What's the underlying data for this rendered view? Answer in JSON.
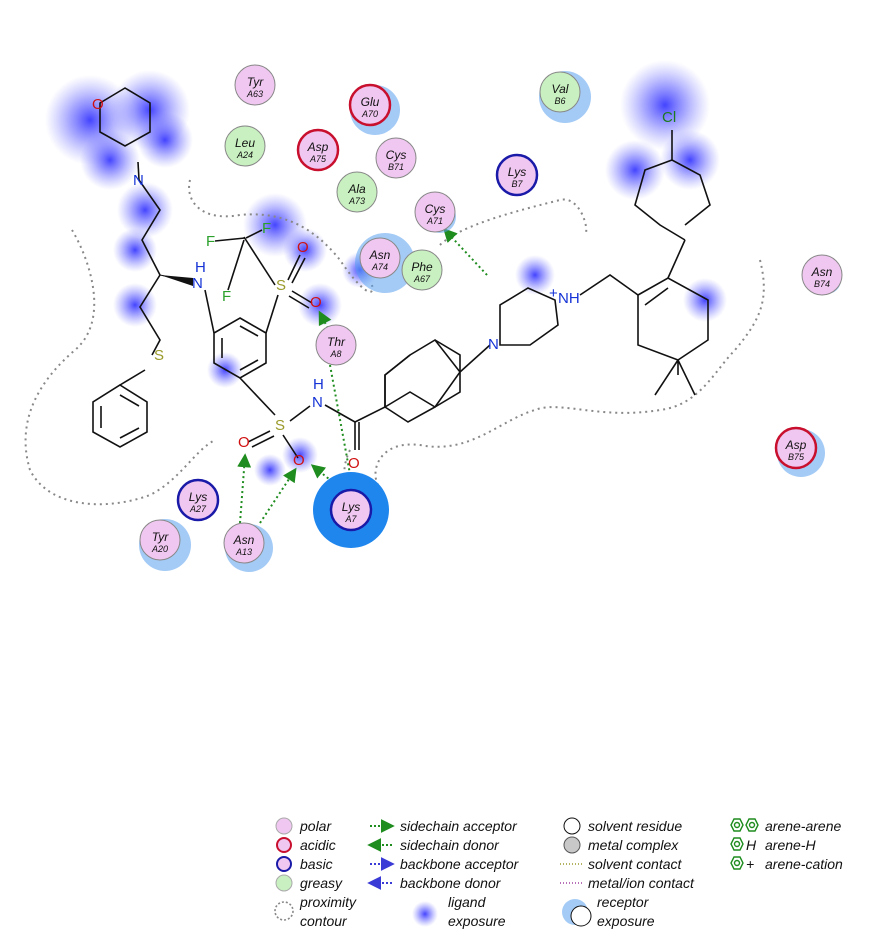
{
  "colors": {
    "polar": "#f0c7f0",
    "greasy": "#c8f0c0",
    "acidic_ring": "#c8102e",
    "basic_ring": "#1a1aa8",
    "ligand_exposure": "#3a3aff",
    "receptor_exposure": "#5aa0ee",
    "sidechain_arrow": "#1e8c1e",
    "nitrogen": "#1533d6",
    "oxygen": "#d01010",
    "sulfur": "#9a9a2a",
    "fluorine": "#2aa02a",
    "chlorine": "#1e7a1e"
  },
  "residues": [
    {
      "name": "Tyr",
      "id": "A63",
      "type": "polar"
    },
    {
      "name": "Glu",
      "id": "A70",
      "type": "acidic"
    },
    {
      "name": "Val",
      "id": "B6",
      "type": "greasy"
    },
    {
      "name": "Leu",
      "id": "A24",
      "type": "greasy"
    },
    {
      "name": "Asp",
      "id": "A75",
      "type": "acidic"
    },
    {
      "name": "Cys",
      "id": "B71",
      "type": "polar"
    },
    {
      "name": "Ala",
      "id": "A73",
      "type": "greasy"
    },
    {
      "name": "Lys",
      "id": "B7",
      "type": "basic"
    },
    {
      "name": "Cys",
      "id": "A71",
      "type": "polar"
    },
    {
      "name": "Asn",
      "id": "A74",
      "type": "polar"
    },
    {
      "name": "Phe",
      "id": "A67",
      "type": "greasy"
    },
    {
      "name": "Asn",
      "id": "B74",
      "type": "polar"
    },
    {
      "name": "Thr",
      "id": "A8",
      "type": "polar"
    },
    {
      "name": "Asp",
      "id": "B75",
      "type": "acidic"
    },
    {
      "name": "Lys",
      "id": "A27",
      "type": "basic"
    },
    {
      "name": "Tyr",
      "id": "A20",
      "type": "polar"
    },
    {
      "name": "Asn",
      "id": "A13",
      "type": "polar"
    },
    {
      "name": "Lys",
      "id": "A7",
      "type": "basic"
    }
  ],
  "atoms": {
    "oxygen": "O",
    "nitrogen": "N",
    "nitrogen_h": "H",
    "fluorine": "F",
    "sulfur": "S",
    "chlorine": "Cl",
    "nh_plus": "NH",
    "plus": "+"
  },
  "legend": {
    "polar": "polar",
    "acidic": "acidic",
    "basic": "basic",
    "greasy": "greasy",
    "proximity_1": "proximity",
    "proximity_2": "contour",
    "sidechain_acceptor": "sidechain acceptor",
    "sidechain_donor": "sidechain donor",
    "backbone_acceptor": "backbone acceptor",
    "backbone_donor": "backbone donor",
    "ligand_exposure_1": "ligand",
    "ligand_exposure_2": "exposure",
    "solvent_residue": "solvent residue",
    "metal_complex": "metal complex",
    "solvent_contact": "solvent contact",
    "metal_ion_contact": "metal/ion contact",
    "receptor_exposure_1": "receptor",
    "receptor_exposure_2": "exposure",
    "arene_arene": "arene-arene",
    "arene_h": "arene-H",
    "arene_cation": "arene-cation",
    "arene_h_glyph": "H",
    "arene_cation_glyph": "+"
  }
}
